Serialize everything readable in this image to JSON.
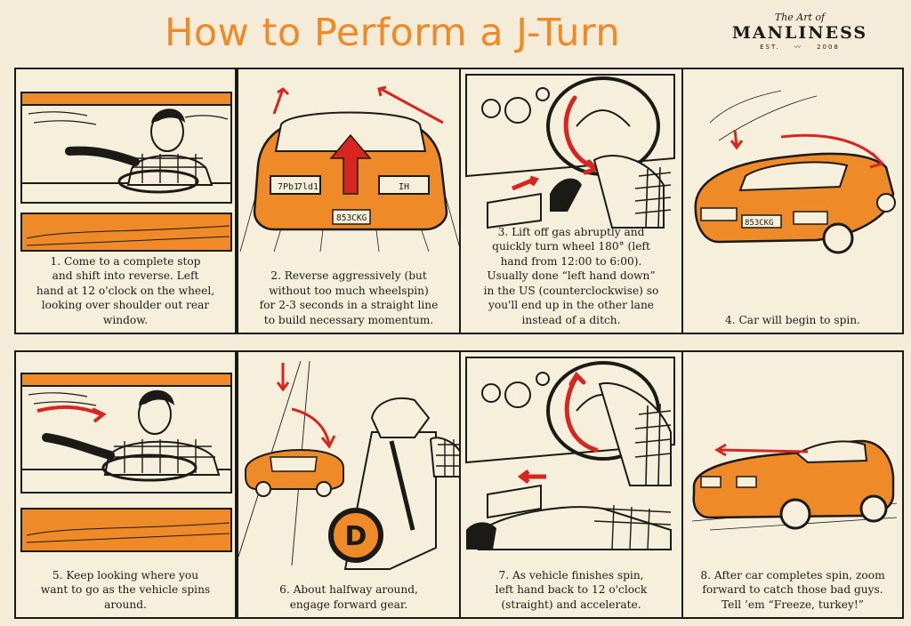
{
  "header": {
    "title": "How to Perform a J-Turn",
    "logo": {
      "top": "The Art of",
      "main": "MANLINESS",
      "est_left": "EST.",
      "est_right": "2008"
    }
  },
  "colors": {
    "orange": "#ef8a28",
    "red": "#d7261f",
    "ink": "#1c1a17",
    "paper": "#f6efdc"
  },
  "panels": [
    {
      "caption": "1. Come to a complete stop\nand shift into reverse. Left\nhand at 12 o'clock on the wheel,\nlooking over shoulder out rear\nwindow."
    },
    {
      "caption": "2. Reverse aggressively (but\nwithout too much wheelspin)\nfor 2-3 seconds in a straight line\nto build necessary momentum.",
      "plate": "853CKG",
      "plate_left": "7Pb1",
      "plate_left2": "7ld1",
      "plate_right": "IH"
    },
    {
      "caption": "3. Lift off gas abruptly and\nquickly turn wheel 180° (left\nhand from 12:00 to 6:00).\nUsually done “left hand down”\nin the US (counterclockwise) so\nyou'll end up in the other lane\ninstead of a ditch."
    },
    {
      "caption": "4. Car will begin to spin.",
      "plate": "853CKG"
    },
    {
      "caption": "5. Keep looking where you\nwant to go as the vehicle spins\naround."
    },
    {
      "caption": "6. About halfway around,\nengage forward gear.",
      "gear": "D"
    },
    {
      "caption": "7. As vehicle finishes spin,\nleft hand back to 12 o'clock\n(straight) and accelerate."
    },
    {
      "caption": "8. After car completes spin, zoom\nforward to catch those bad guys.\nTell ’em “Freeze, turkey!”"
    }
  ]
}
